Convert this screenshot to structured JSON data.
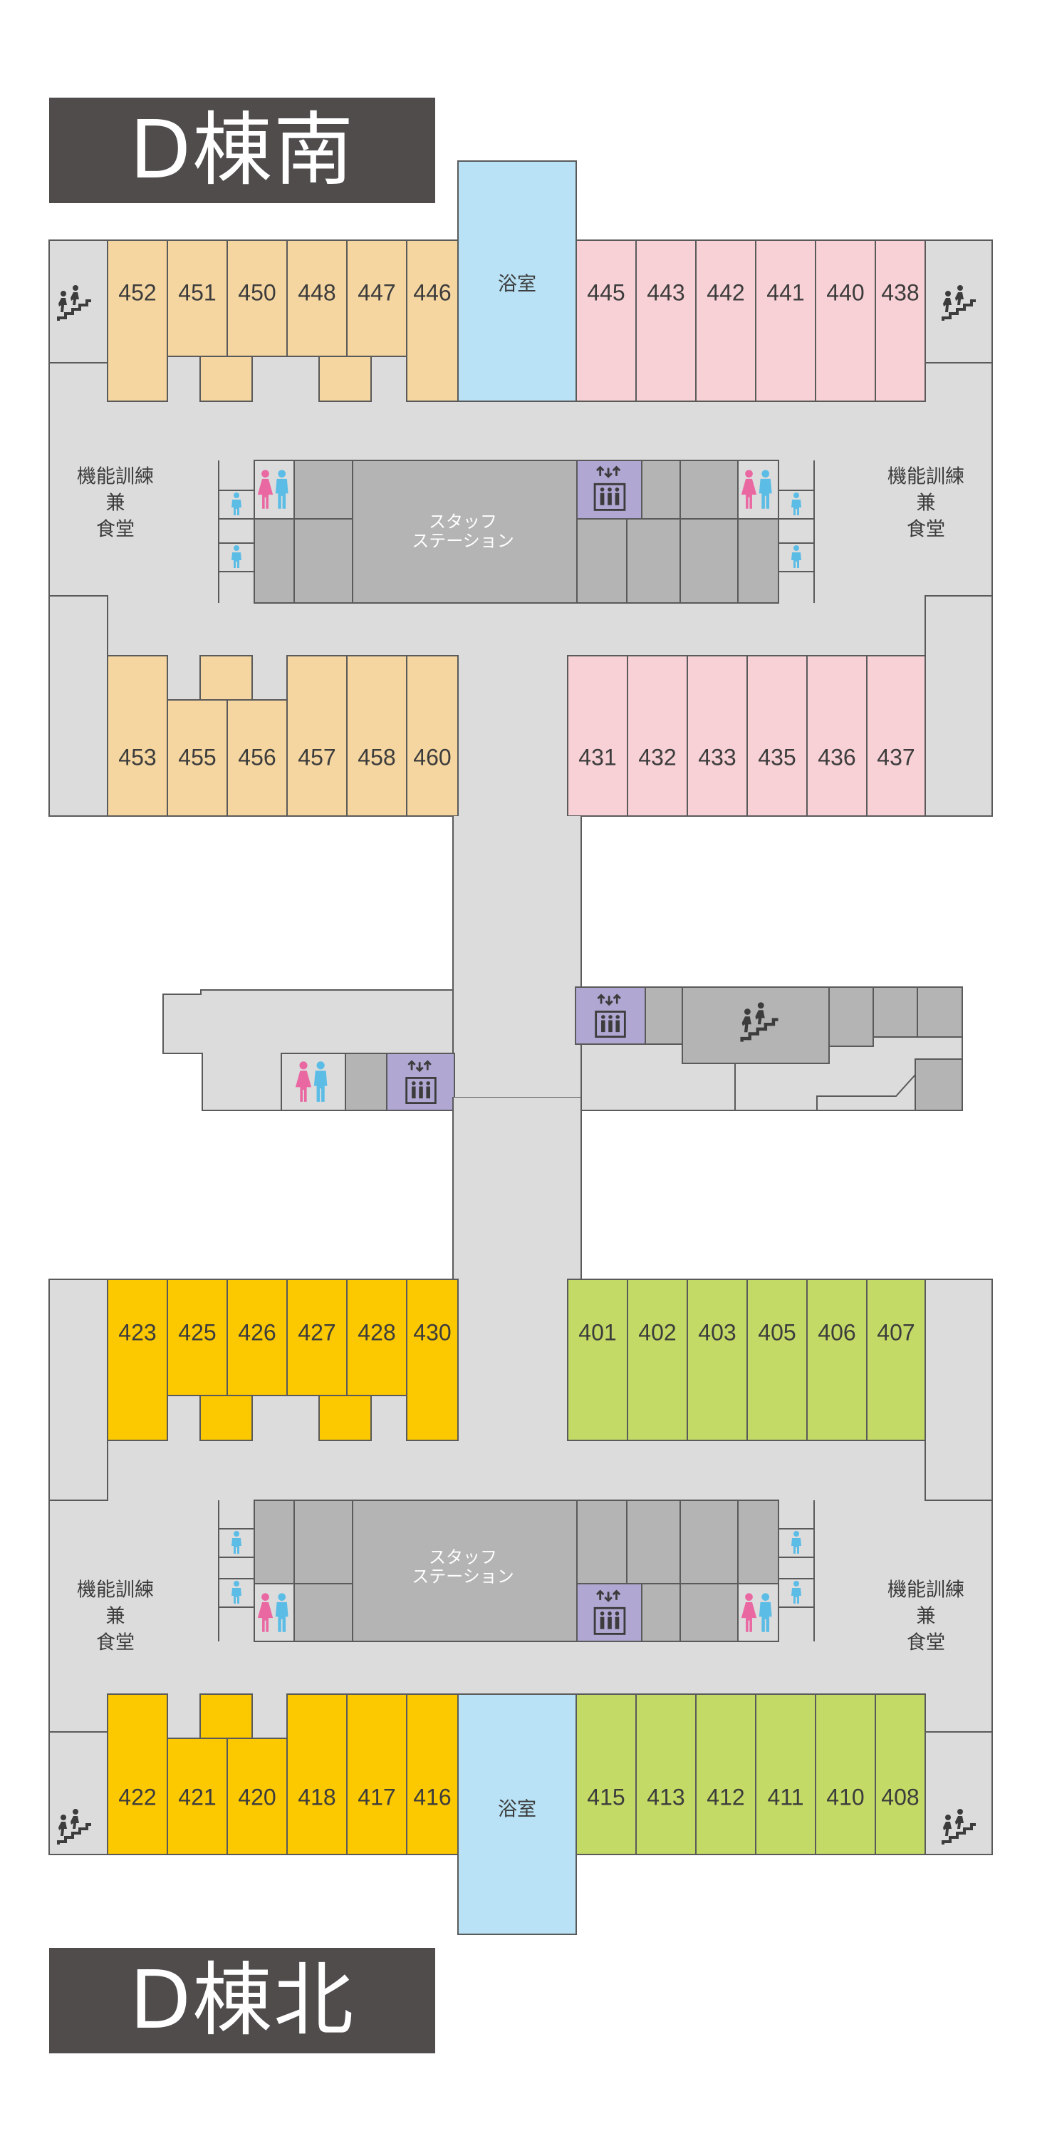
{
  "titles": {
    "south": "D棟南",
    "north": "D棟北"
  },
  "labels": {
    "bath": "浴室",
    "staff_station_line1": "スタッフ",
    "staff_station_line2": "ステーション",
    "training_line1": "機能訓練",
    "training_line2": "兼",
    "training_line3": "食堂"
  },
  "rooms": {
    "south_top_left": [
      "452",
      "451",
      "450",
      "448",
      "447",
      "446"
    ],
    "south_top_right": [
      "445",
      "443",
      "442",
      "441",
      "440",
      "438"
    ],
    "south_bottom_left": [
      "453",
      "455",
      "456",
      "457",
      "458",
      "460"
    ],
    "south_bottom_right": [
      "431",
      "432",
      "433",
      "435",
      "436",
      "437"
    ],
    "north_top_left": [
      "423",
      "425",
      "426",
      "427",
      "428",
      "430"
    ],
    "north_top_right": [
      "401",
      "402",
      "403",
      "405",
      "406",
      "407"
    ],
    "north_bottom_left": [
      "422",
      "421",
      "420",
      "418",
      "417",
      "416"
    ],
    "north_bottom_right": [
      "415",
      "413",
      "412",
      "411",
      "410",
      "408"
    ]
  },
  "colors": {
    "corridor": "#dcdcdd",
    "wall": "#5a5a5a",
    "south_west_rooms": "#f5d6a0",
    "south_east_rooms": "#f8d1d6",
    "north_west_rooms": "#fcc800",
    "north_east_rooms": "#c3db66",
    "bath": "#b9e2f6",
    "service": "#b4b4b5",
    "elevator": "#b0a8d3",
    "banner": "#4f4c4b",
    "female": "#ea68a2",
    "male": "#5bbde6"
  },
  "icons": [
    "stairs-icon",
    "elevator-icon",
    "restroom-icon",
    "toilet-icon"
  ]
}
